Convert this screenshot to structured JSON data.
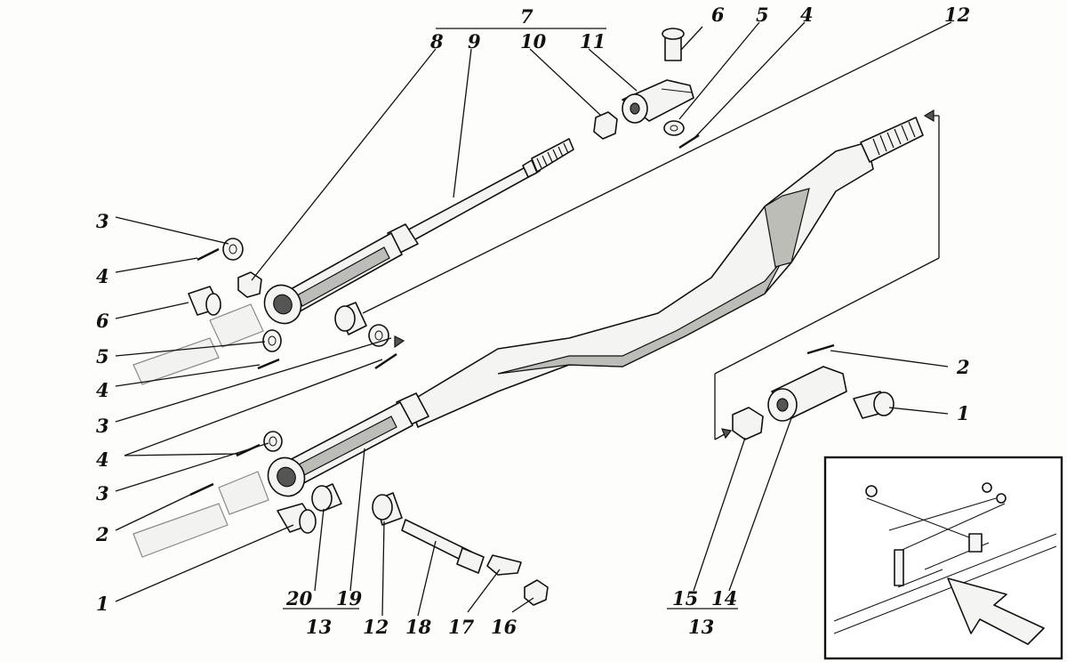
{
  "callouts": {
    "n1a": "1",
    "n1b": "1",
    "n2a": "2",
    "n2b": "2",
    "n3a": "3",
    "n3b": "3",
    "n3c": "3",
    "n4a": "4",
    "n4b": "4",
    "n4c": "4",
    "n4d": "4",
    "n5a": "5",
    "n5b": "5",
    "n6a": "6",
    "n6b": "6",
    "n7": "7",
    "n8": "8",
    "n9": "9",
    "n10": "10",
    "n11": "11",
    "n12a": "12",
    "n12b": "12",
    "n13a": "13",
    "n13b": "13",
    "n14": "14",
    "n15": "15",
    "n16": "16",
    "n17": "17",
    "n18": "18",
    "n19": "19",
    "n20": "20"
  },
  "inset": {
    "arrow_icon": "arrow-pointer-icon"
  }
}
